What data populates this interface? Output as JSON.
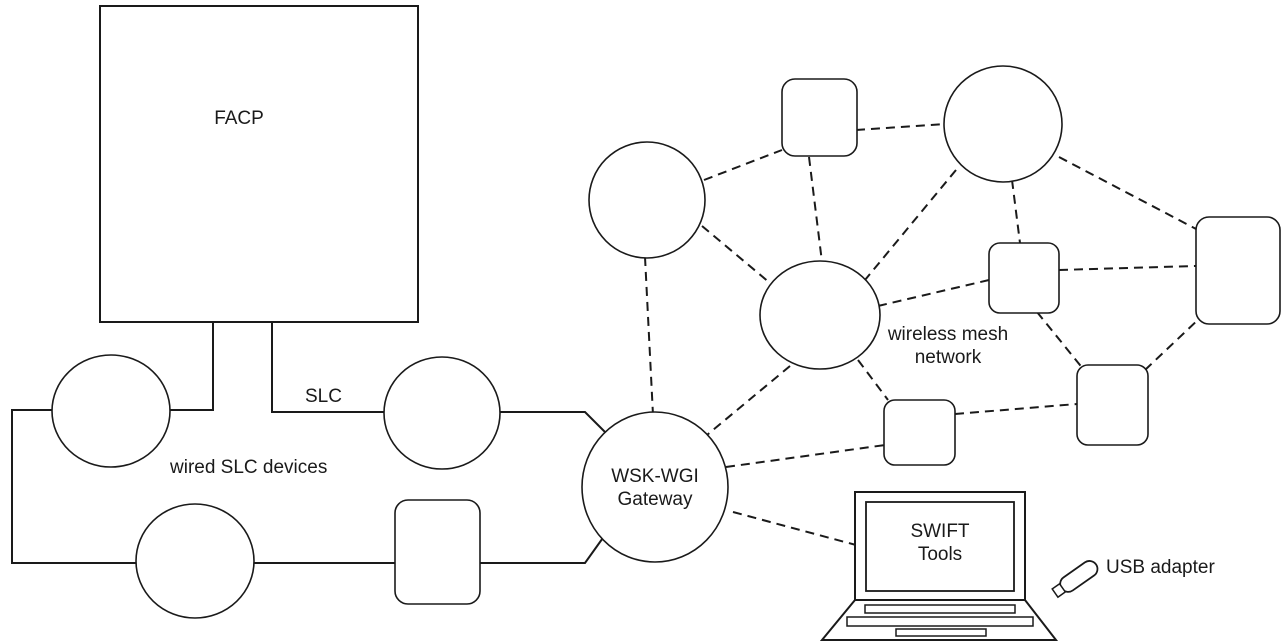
{
  "labels": {
    "facp": "FACP",
    "slc": "SLC",
    "wired_devices": "wired SLC devices",
    "gateway_line1": "WSK-WGI",
    "gateway_line2": "Gateway",
    "mesh_line1": "wireless mesh",
    "mesh_line2": "network",
    "laptop_line1": "SWIFT",
    "laptop_line2": "Tools",
    "usb": "USB adapter"
  },
  "colors": {
    "stroke": "#1a1a1a",
    "background": "#ffffff"
  }
}
